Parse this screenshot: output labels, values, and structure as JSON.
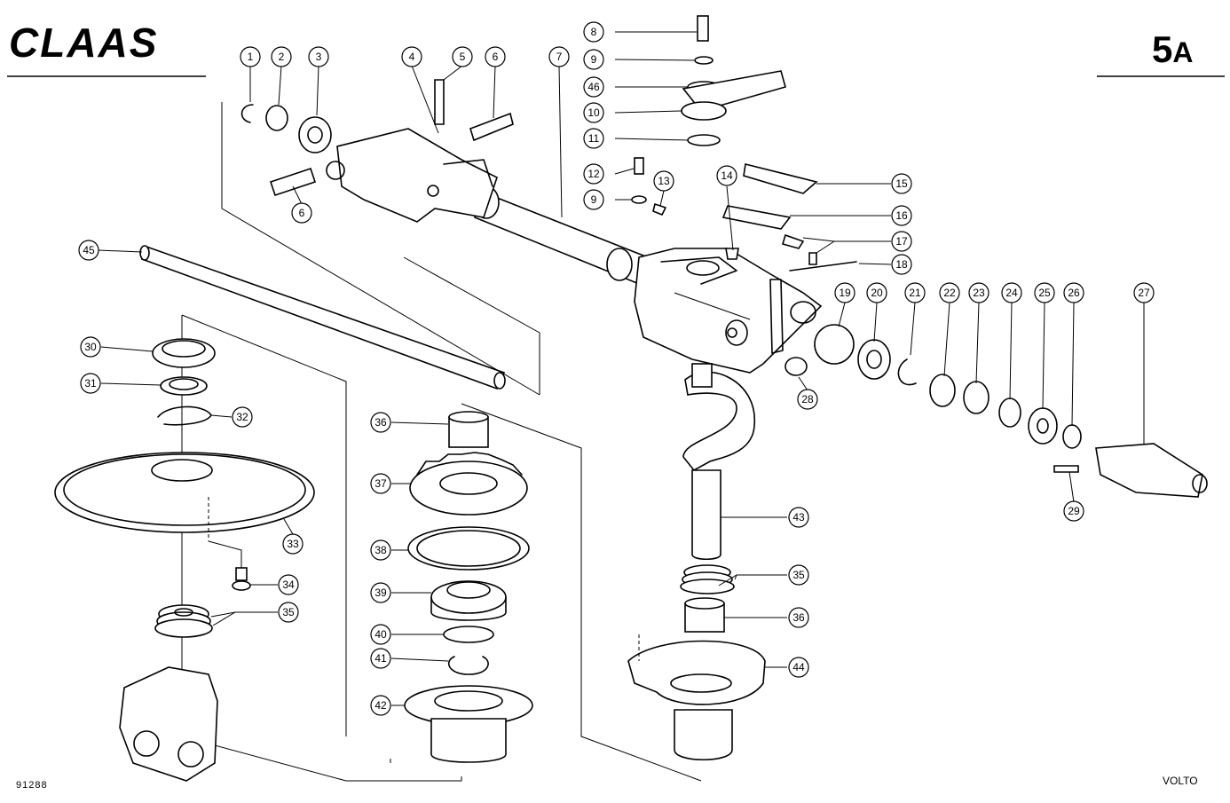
{
  "header": {
    "brand": "CLAAS",
    "page_number": "5",
    "page_suffix": "A"
  },
  "footer": {
    "drawing_number": "91288",
    "model": "VOLTO"
  },
  "callouts": [
    {
      "id": "c1",
      "label": "1"
    },
    {
      "id": "c2",
      "label": "2"
    },
    {
      "id": "c3",
      "label": "3"
    },
    {
      "id": "c4",
      "label": "4"
    },
    {
      "id": "c5",
      "label": "5"
    },
    {
      "id": "c6a",
      "label": "6"
    },
    {
      "id": "c6b",
      "label": "6"
    },
    {
      "id": "c7",
      "label": "7"
    },
    {
      "id": "c8",
      "label": "8"
    },
    {
      "id": "c9a",
      "label": "9"
    },
    {
      "id": "c46",
      "label": "46"
    },
    {
      "id": "c10",
      "label": "10"
    },
    {
      "id": "c11",
      "label": "11"
    },
    {
      "id": "c12",
      "label": "12"
    },
    {
      "id": "c9b",
      "label": "9"
    },
    {
      "id": "c13",
      "label": "13"
    },
    {
      "id": "c14",
      "label": "14"
    },
    {
      "id": "c15",
      "label": "15"
    },
    {
      "id": "c16",
      "label": "16"
    },
    {
      "id": "c17",
      "label": "17"
    },
    {
      "id": "c18",
      "label": "18"
    },
    {
      "id": "c19",
      "label": "19"
    },
    {
      "id": "c20",
      "label": "20"
    },
    {
      "id": "c21",
      "label": "21"
    },
    {
      "id": "c22",
      "label": "22"
    },
    {
      "id": "c23",
      "label": "23"
    },
    {
      "id": "c24",
      "label": "24"
    },
    {
      "id": "c25",
      "label": "25"
    },
    {
      "id": "c26",
      "label": "26"
    },
    {
      "id": "c27",
      "label": "27"
    },
    {
      "id": "c28",
      "label": "28"
    },
    {
      "id": "c29",
      "label": "29"
    },
    {
      "id": "c45",
      "label": "45"
    },
    {
      "id": "c30",
      "label": "30"
    },
    {
      "id": "c31",
      "label": "31"
    },
    {
      "id": "c32",
      "label": "32"
    },
    {
      "id": "c33",
      "label": "33"
    },
    {
      "id": "c34",
      "label": "34"
    },
    {
      "id": "c35a",
      "label": "35"
    },
    {
      "id": "c36a",
      "label": "36"
    },
    {
      "id": "c37",
      "label": "37"
    },
    {
      "id": "c38",
      "label": "38"
    },
    {
      "id": "c39",
      "label": "39"
    },
    {
      "id": "c40",
      "label": "40"
    },
    {
      "id": "c41",
      "label": "41"
    },
    {
      "id": "c42",
      "label": "42"
    },
    {
      "id": "c43",
      "label": "43"
    },
    {
      "id": "c35b",
      "label": "35"
    },
    {
      "id": "c36b",
      "label": "36"
    },
    {
      "id": "c44",
      "label": "44"
    }
  ]
}
